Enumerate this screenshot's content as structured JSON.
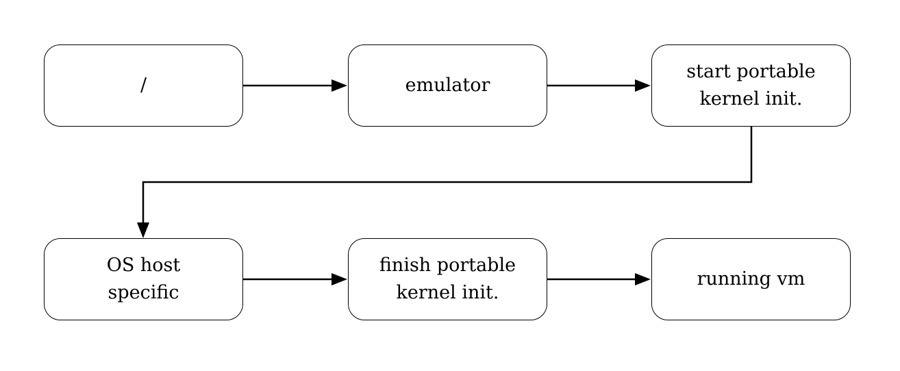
{
  "nodes": [
    {
      "id": "slash",
      "lines": [
        "/"
      ]
    },
    {
      "id": "emulator",
      "lines": [
        "emulator"
      ]
    },
    {
      "id": "start-portable-kernel-init",
      "lines": [
        "start portable",
        "kernel init."
      ]
    },
    {
      "id": "os-host-specific",
      "lines": [
        "OS host",
        "specific"
      ]
    },
    {
      "id": "finish-portable-kernel-init",
      "lines": [
        "finish portable",
        "kernel init."
      ]
    },
    {
      "id": "running-vm",
      "lines": [
        "running vm"
      ]
    }
  ],
  "edges": [
    {
      "from": "slash",
      "to": "emulator"
    },
    {
      "from": "emulator",
      "to": "start-portable-kernel-init"
    },
    {
      "from": "start-portable-kernel-init",
      "to": "os-host-specific"
    },
    {
      "from": "os-host-specific",
      "to": "finish-portable-kernel-init"
    },
    {
      "from": "finish-portable-kernel-init",
      "to": "running-vm"
    }
  ],
  "style": {
    "stroke": "#000000",
    "fill": "#ffffff"
  }
}
